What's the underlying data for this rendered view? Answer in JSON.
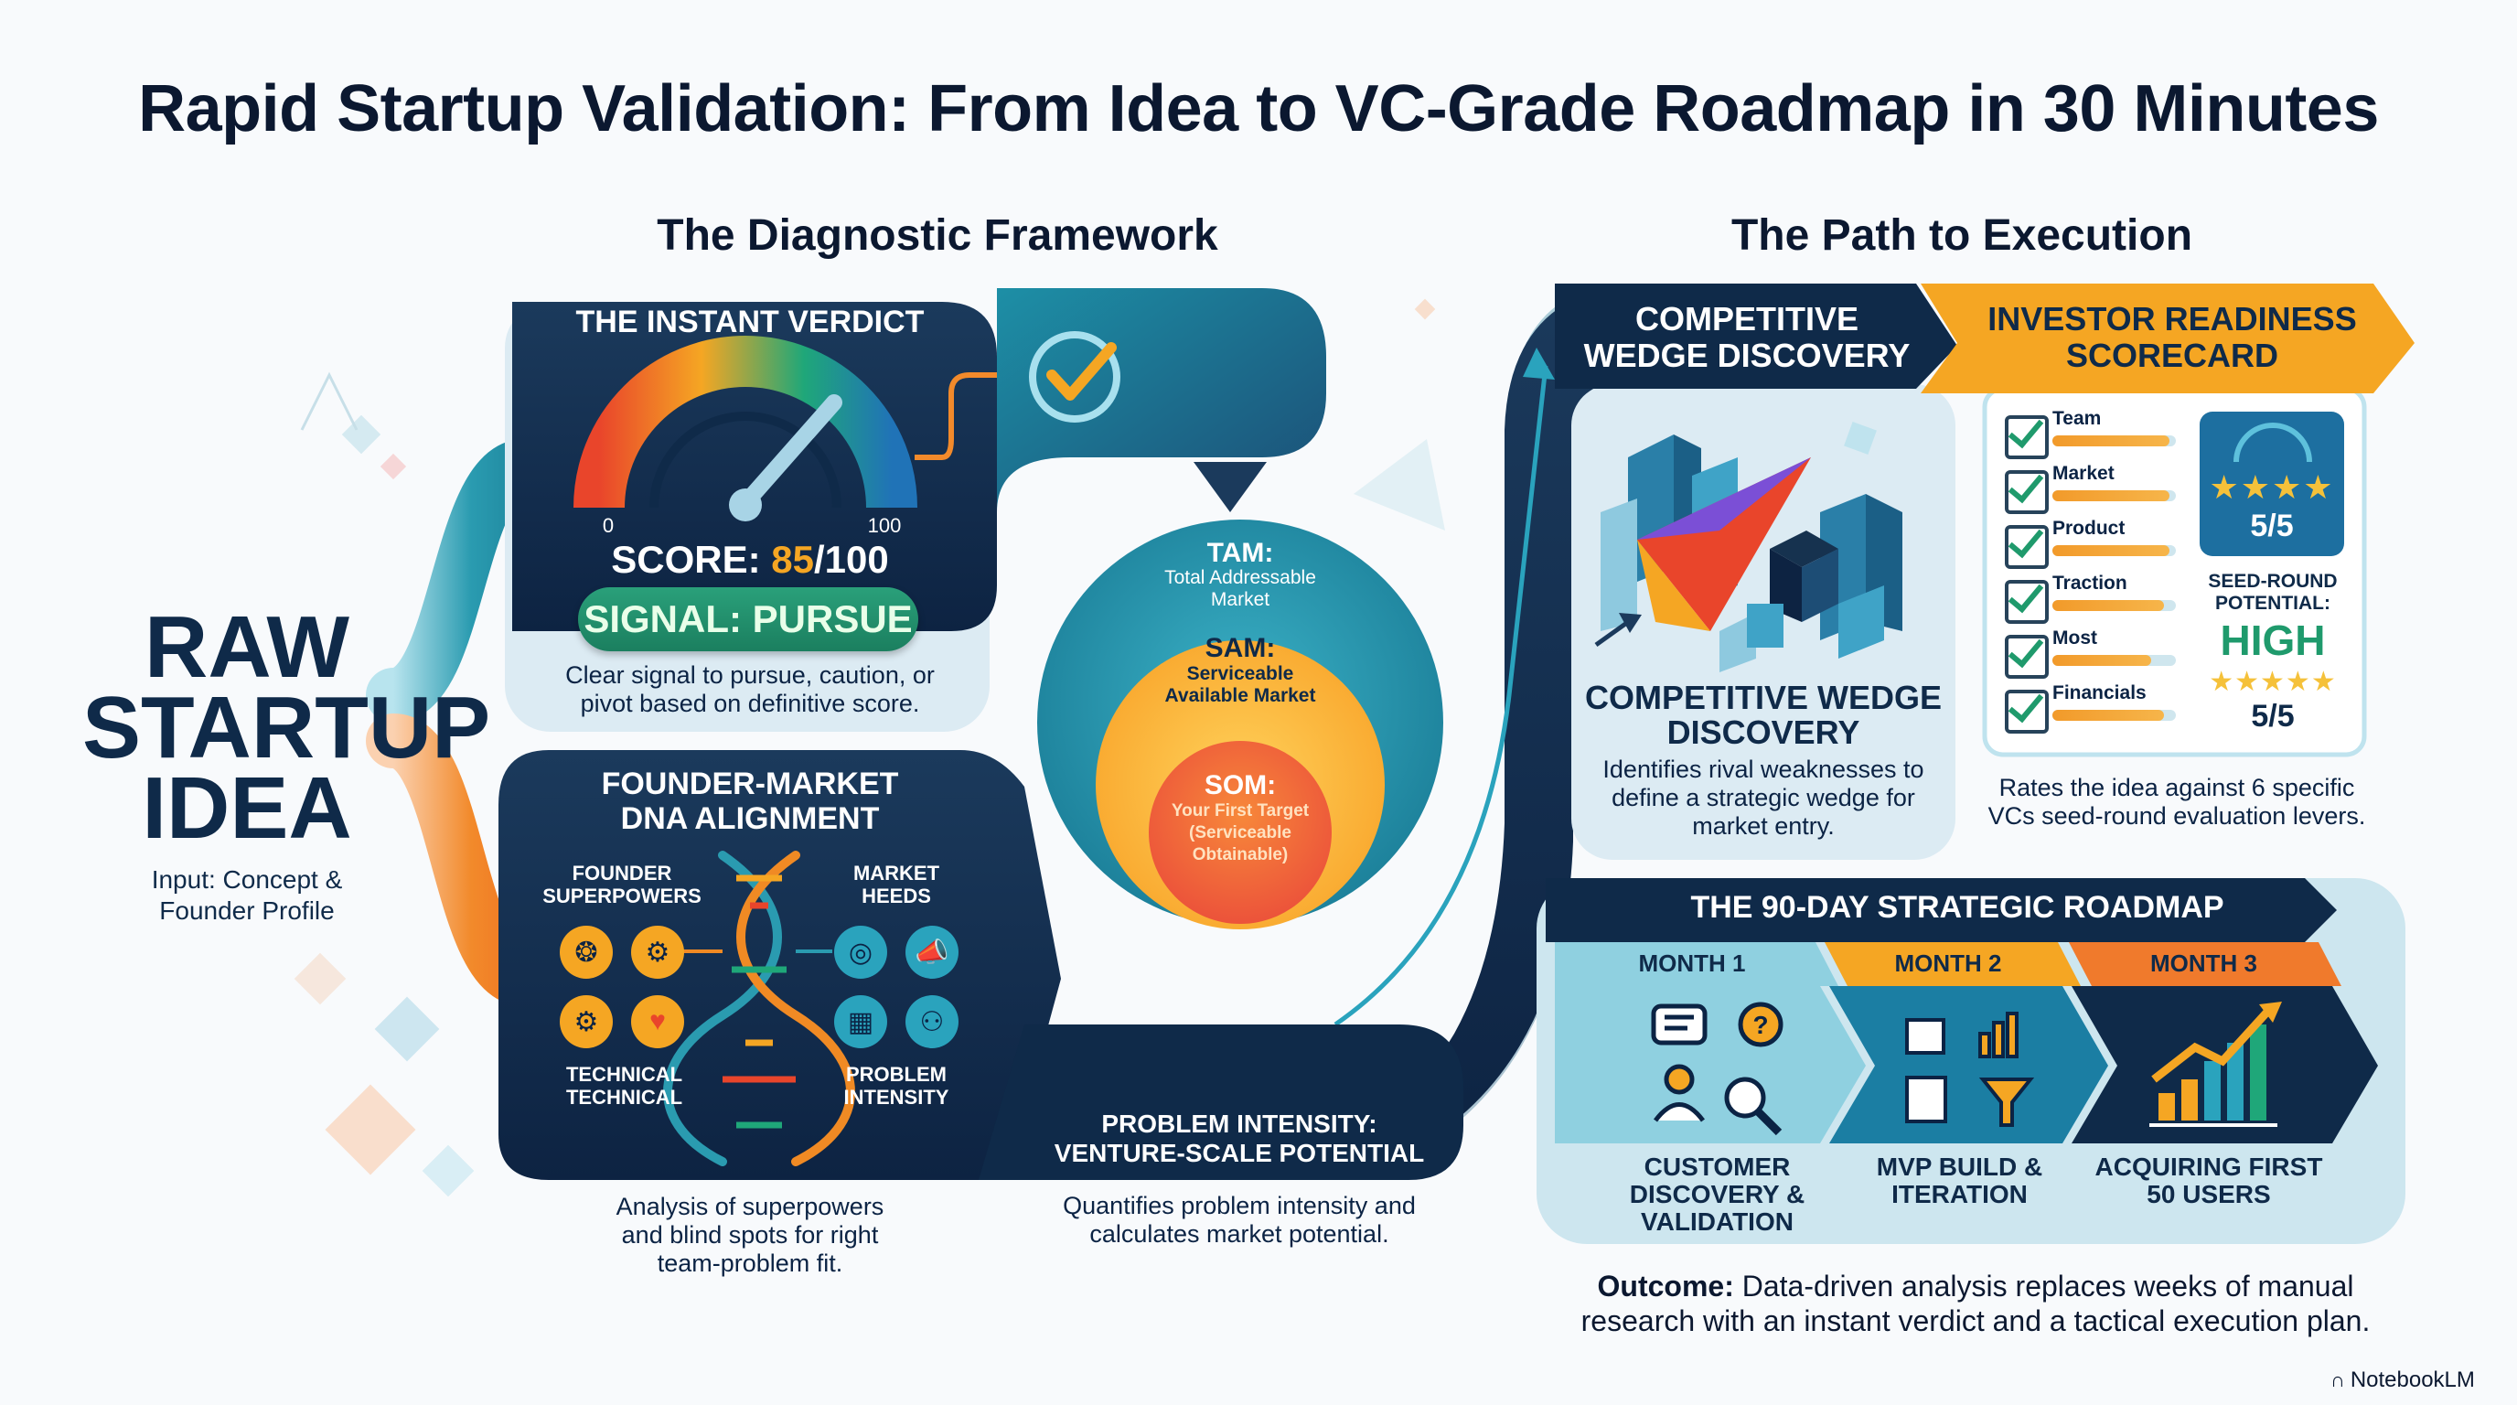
{
  "title": "Rapid Startup Validation: From Idea to VC-Grade Roadmap in 30 Minutes",
  "sections": {
    "diagnostic": "The Diagnostic Framework",
    "execution": "The Path to Execution"
  },
  "raw_idea": {
    "line1": "RAW",
    "line2": "STARTUP",
    "line3": "IDEA",
    "input_line1": "Input: Concept &",
    "input_line2": "Founder Profile"
  },
  "verdict": {
    "heading": "THE INSTANT VERDICT",
    "gauge_min": "0",
    "gauge_max": "100",
    "gauge_value": 85,
    "score_label": "SCORE: ",
    "score_value": "85",
    "score_suffix": "/100",
    "signal": "SIGNAL: PURSUE",
    "desc_line1": "Clear signal to pursue, caution, or",
    "desc_line2": "pivot based on definitive score."
  },
  "market": {
    "tam_title": "TAM:",
    "tam_line1": "Total Addressable",
    "tam_line2": "Market",
    "sam_title": "SAM:",
    "sam_line1": "Serviceable",
    "sam_line2": "Available Market",
    "som_title": "SOM:",
    "som_line1": "Your First Target",
    "som_line2": "(Serviceable",
    "som_line3": "Obtainable)",
    "problem_line1": "PROBLEM INTENSITY:",
    "problem_line2": "VENTURE-SCALE POTENTIAL",
    "desc_line1": "Quantifies problem intensity and",
    "desc_line2": "calculates market potential."
  },
  "dna": {
    "heading_line1": "FOUNDER-MARKET",
    "heading_line2": "DNA ALIGNMENT",
    "founder_line1": "FOUNDER",
    "founder_line2": "SUPERPOWERS",
    "market_line1": "MARKET",
    "market_line2": "HEEDS",
    "technical_line1": "TECHNICAL",
    "technical_line2": "TECHNICAL",
    "problem_line1": "PROBLEM",
    "problem_line2": "INTENSITY",
    "desc_line1": "Analysis of superpowers",
    "desc_line2": "and blind spots for right",
    "desc_line3": "team-problem fit."
  },
  "wedge": {
    "banner_line1": "COMPETITIVE",
    "banner_line2": "WEDGE DISCOVERY",
    "title_line1": "COMPETITIVE WEDGE",
    "title_line2": "DISCOVERY",
    "desc_line1": "Identifies rival weaknesses to",
    "desc_line2": "define a strategic wedge for",
    "desc_line3": "market entry."
  },
  "scorecard": {
    "banner_line1": "INVESTOR READINESS",
    "banner_line2": "SCORECARD",
    "items": [
      {
        "label": "Team",
        "fill": 0.95
      },
      {
        "label": "Market",
        "fill": 0.95
      },
      {
        "label": "Product",
        "fill": 0.95
      },
      {
        "label": "Traction",
        "fill": 0.9
      },
      {
        "label": "Most",
        "fill": 0.8
      },
      {
        "label": "Financials",
        "fill": 0.9
      }
    ],
    "rating_top": "5/5",
    "rating_top_stars": 4,
    "seed_line1": "SEED-ROUND",
    "seed_line2": "POTENTIAL:",
    "seed_value": "HIGH",
    "rating_bottom": "5/5",
    "rating_bottom_stars": 5,
    "desc_line1": "Rates the idea against 6 specific",
    "desc_line2": "VCs seed-round evaluation levers."
  },
  "roadmap": {
    "heading": "THE 90-DAY STRATEGIC ROADMAP",
    "months": [
      {
        "label": "MONTH 1",
        "line1": "CUSTOMER",
        "line2": "DISCOVERY &",
        "line3": "VALIDATION"
      },
      {
        "label": "MONTH 2",
        "line1": "MVP BUILD &",
        "line2": "ITERATION",
        "line3": ""
      },
      {
        "label": "MONTH 3",
        "line1": "ACQUIRING FIRST",
        "line2": "50 USERS",
        "line3": ""
      }
    ]
  },
  "outcome": {
    "label": "Outcome:",
    "line1_rest": " Data-driven analysis replaces weeks of manual",
    "line2": "research with an instant verdict and a tactical execution plan."
  },
  "brand": "NotebookLM",
  "colors": {
    "navy": "#0f2a49",
    "teal": "#1d8ea1",
    "orange": "#f08a24",
    "green": "#1f9a6c"
  }
}
